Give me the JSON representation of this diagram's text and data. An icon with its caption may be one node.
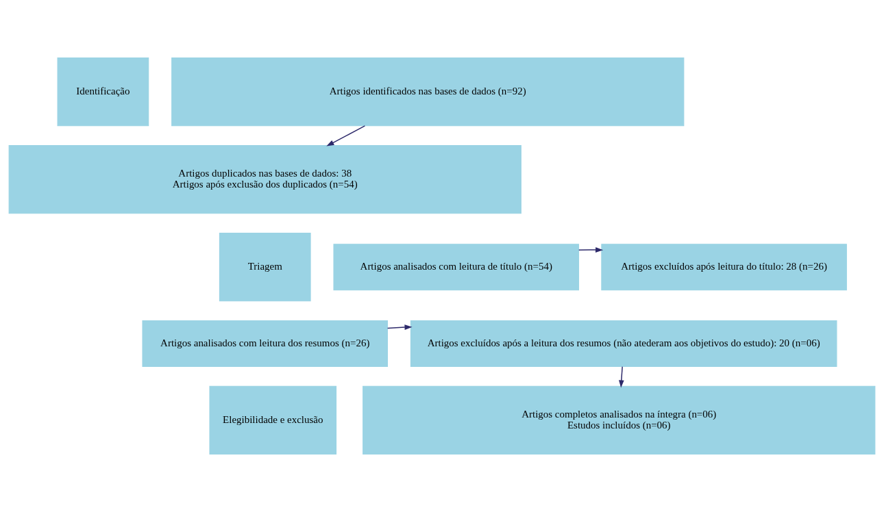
{
  "diagram": {
    "nodes": [
      {
        "text": [
          "Identificação"
        ]
      },
      {
        "text": [
          "Artigos identificados nas bases de dados (n=92)"
        ]
      },
      {
        "text": [
          "Triagem"
        ]
      },
      {
        "text": [
          "Artigos duplicados nas bases de dados: 38",
          "Artigos após exclusão dos duplicados (n=54)"
        ]
      },
      {
        "text": [
          "Artigos analisados com leitura de título (n=54)"
        ]
      },
      {
        "text": [
          "Artigos excluídos após leitura do título: 28 (n=26)"
        ]
      },
      {
        "text": [
          "Artigos analisados com leitura dos resumos (n=26)"
        ]
      },
      {
        "text": [
          "Artigos excluídos após a leitura dos resumos (não atederam aos objetivos do estudo): 20 (n=06)"
        ]
      },
      {
        "text": [
          "Elegibilidade e exclusão"
        ]
      },
      {
        "text": [
          "Artigos completos analisados na íntegra (n=06)",
          "Estudos incluídos (n=06)"
        ]
      }
    ],
    "edges": [
      {
        "from": 1,
        "to": 3,
        "arrow": "to"
      },
      {
        "from": 4,
        "to": 5,
        "arrow": "to"
      },
      {
        "from": 6,
        "to": 7,
        "arrow": "to"
      },
      {
        "from": 7,
        "to": 9,
        "arrow": "to"
      }
    ]
  }
}
